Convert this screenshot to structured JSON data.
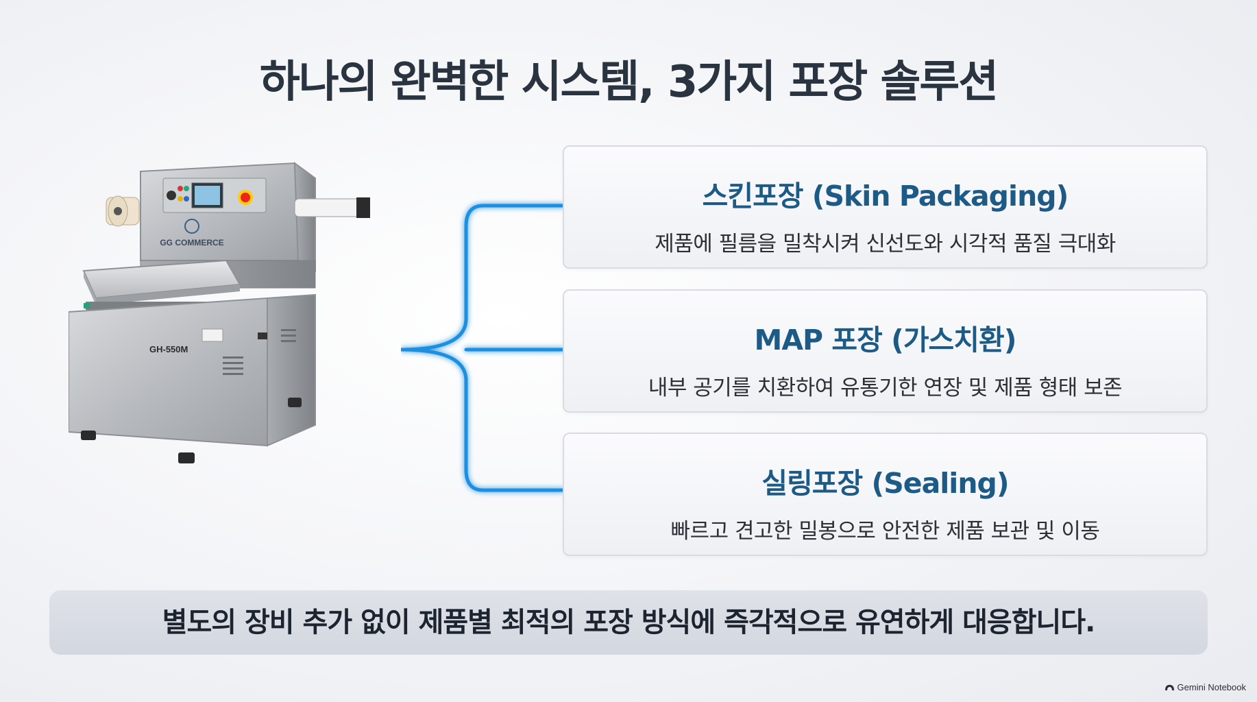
{
  "slide": {
    "title": "하나의 완벽한 시스템, 3가지 포장 솔루션"
  },
  "machine": {
    "brand": "GG COMMERCE",
    "model": "GH-550M"
  },
  "solutions": [
    {
      "title": "스킨포장 (Skin Packaging)",
      "description": "제품에 필름을 밀착시켜 신선도와 시각적 품질 극대화"
    },
    {
      "title": "MAP 포장 (가스치환)",
      "description": "내부 공기를 치환하여 유통기한 연장 및 제품 형태 보존"
    },
    {
      "title": "실링포장 (Sealing)",
      "description": "빠르고 견고한 밀봉으로 안전한 제품 보관 및 이동"
    }
  ],
  "banner": {
    "text": "별도의 장비 추가 없이 제품별 최적의 포장 방식에 즉각적으로 유연하게 대응합니다."
  },
  "watermark": {
    "text": "Gemini Notebook",
    "icon": "notebook-logo-icon"
  },
  "colors": {
    "accent_blue": "#1d5a86",
    "connector_blue": "#1a8fe0"
  }
}
